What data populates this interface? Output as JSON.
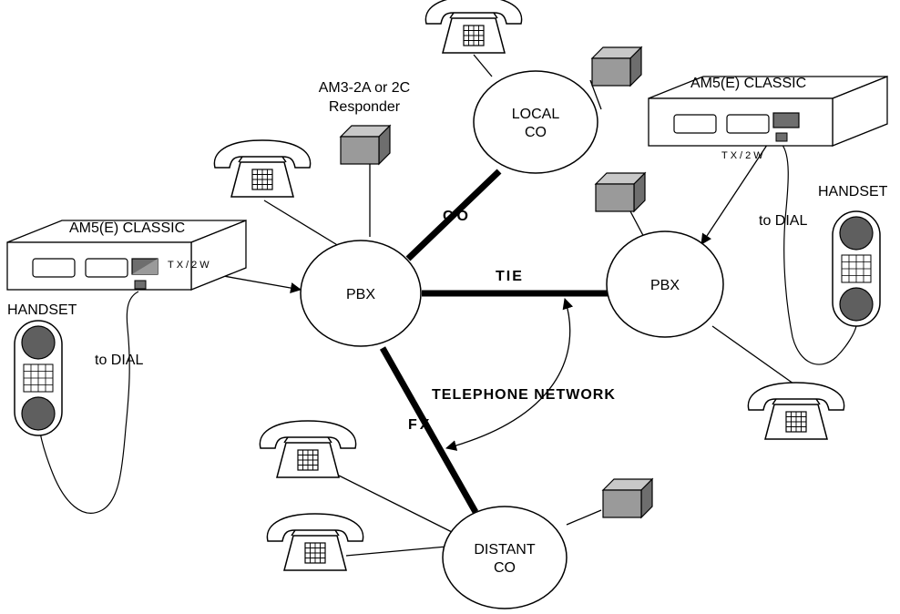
{
  "nodes": {
    "pbx_left": "PBX",
    "pbx_right": "PBX",
    "local_co": [
      "LOCAL",
      "CO"
    ],
    "distant_co": [
      "DISTANT",
      "CO"
    ]
  },
  "units": {
    "left_classic": "AM5(E) CLASSIC",
    "right_classic": "AM5(E) CLASSIC",
    "responder": [
      "AM3-2A or 2C",
      "Responder"
    ]
  },
  "labels": {
    "tx2w_left": "TX/2W",
    "tx2w_right": "TX/2W",
    "handset_left": "HANDSET",
    "handset_right": "HANDSET",
    "to_dial_left": "to DIAL",
    "to_dial_right": "to DIAL"
  },
  "links": {
    "co": "CO",
    "tie": "TIE",
    "fx": "FX",
    "telephone_network": "TELEPHONE NETWORK"
  },
  "colors": {
    "box_fill": "#9a9a9a",
    "box_top": "#c8c8c8",
    "box_side": "#6e6e6e",
    "handset_circle": "#5f5f5f",
    "line": "#000000"
  }
}
